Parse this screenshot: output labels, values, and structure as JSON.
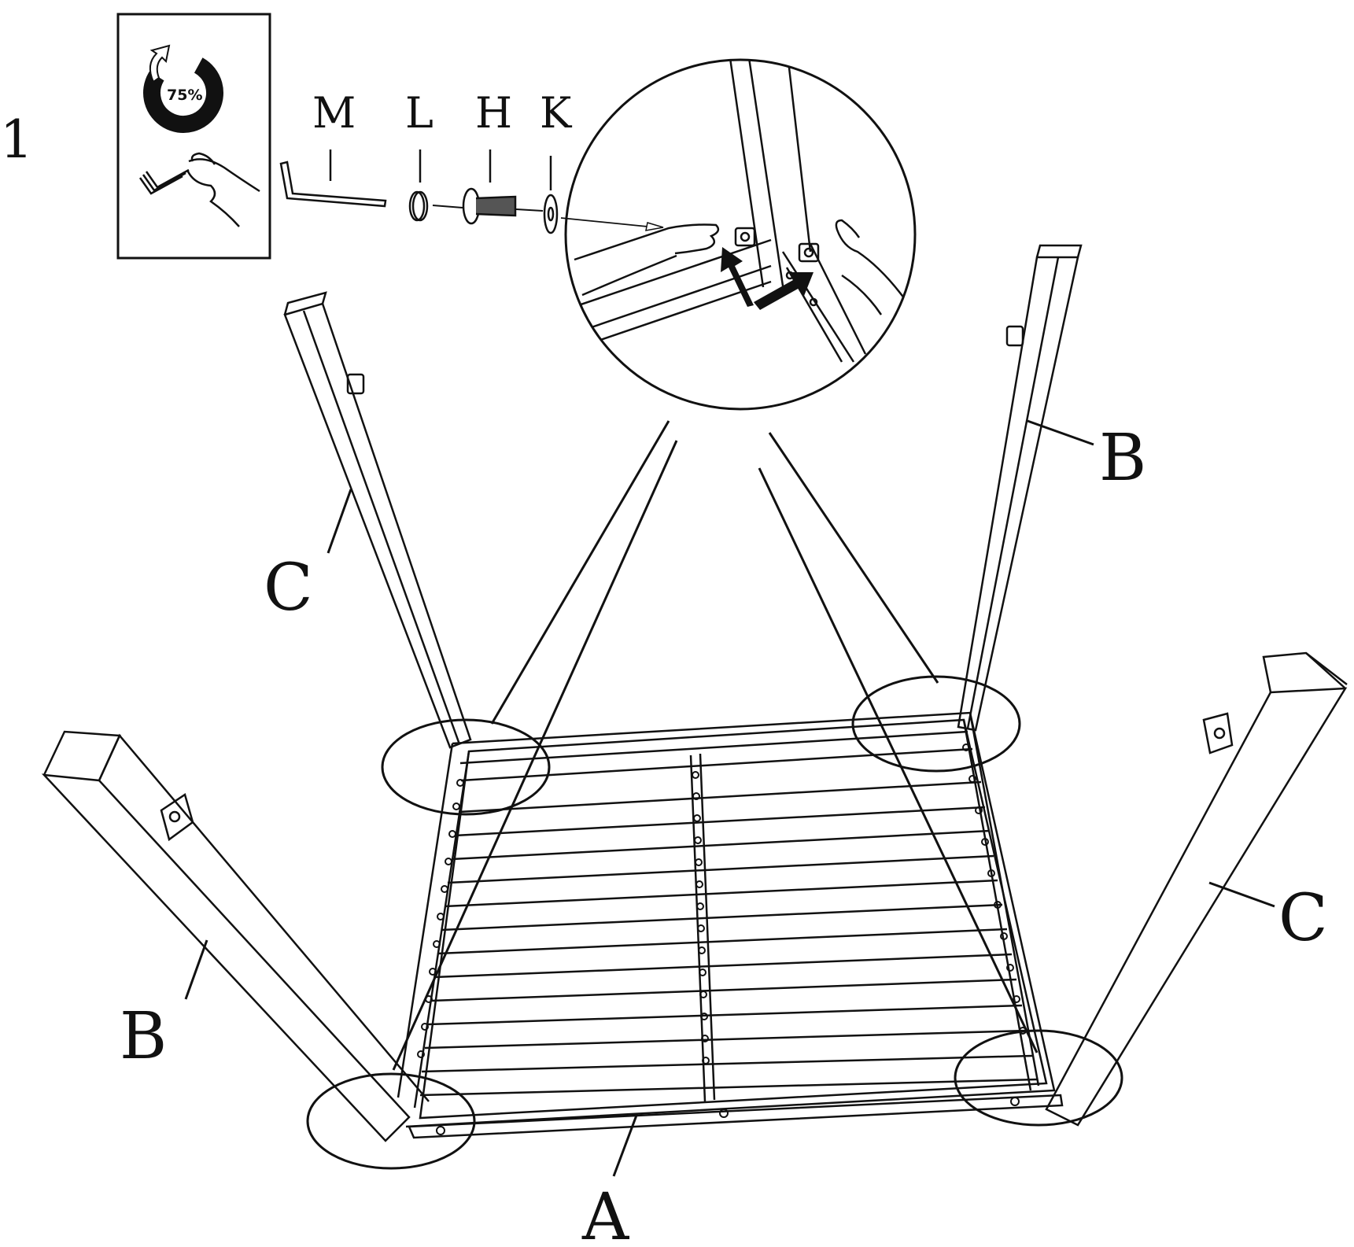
{
  "step_number": "1",
  "tool_box": {
    "torque_percent": "75%",
    "torque_icon": "rotate-arrow-icon",
    "tool_icon": "hand-allen-key-icon"
  },
  "hardware_labels": [
    "M",
    "L",
    "H",
    "K"
  ],
  "part_labels": {
    "frame": "A",
    "leg_b": "B",
    "leg_c": "C"
  }
}
